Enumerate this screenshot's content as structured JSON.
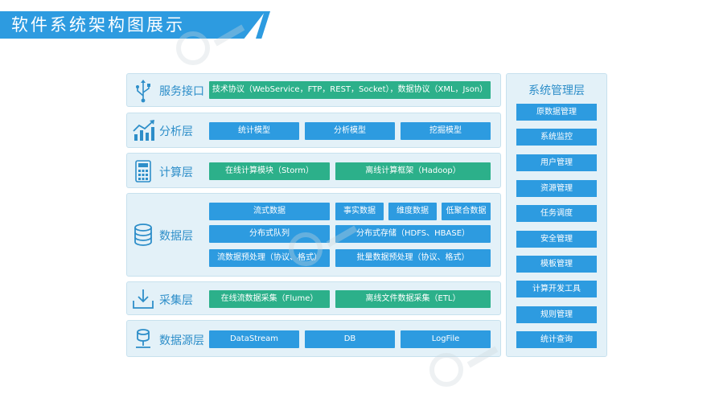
{
  "title": "软件系统架构图展示",
  "layers": [
    {
      "name": "服务接口",
      "icon": "usb-icon",
      "boxes": [
        "技术协议（WebService，FTP，REST，Socket），数据协议（XML，Json）"
      ]
    },
    {
      "name": "分析层",
      "icon": "bar-chart-icon",
      "boxes": [
        "统计模型",
        "分析模型",
        "挖掘模型"
      ]
    },
    {
      "name": "计算层",
      "icon": "calculator-icon",
      "boxes": [
        "在线计算模块（Storm）",
        "离线计算框架（Hadoop）"
      ]
    },
    {
      "name": "数据层",
      "icon": "database-icon",
      "boxes": [
        "流式数据",
        "事实数据",
        "维度数据",
        "低聚合数据",
        "分布式队列",
        "分布式存储（HDFS、HBASE）",
        "流数据预处理（协议、格式）",
        "批量数据预处理（协议、格式）"
      ]
    },
    {
      "name": "采集层",
      "icon": "inbox-icon",
      "boxes": [
        "在线流数据采集（Flume）",
        "离线文件数据采集（ETL）"
      ]
    },
    {
      "name": "数据源层",
      "icon": "source-icon",
      "boxes": [
        "DataStream",
        "DB",
        "LogFile"
      ]
    }
  ],
  "management": {
    "title": "系统管理层",
    "items": [
      "原数据管理",
      "系统监控",
      "用户管理",
      "资源管理",
      "任务调度",
      "安全管理",
      "模板管理",
      "计算开发工具",
      "规则管理",
      "统计查询"
    ]
  },
  "colors": {
    "blue": "#2d9be0",
    "green": "#2cb08a",
    "panel": "#e3f1f8",
    "text": "#2d8ec9"
  }
}
